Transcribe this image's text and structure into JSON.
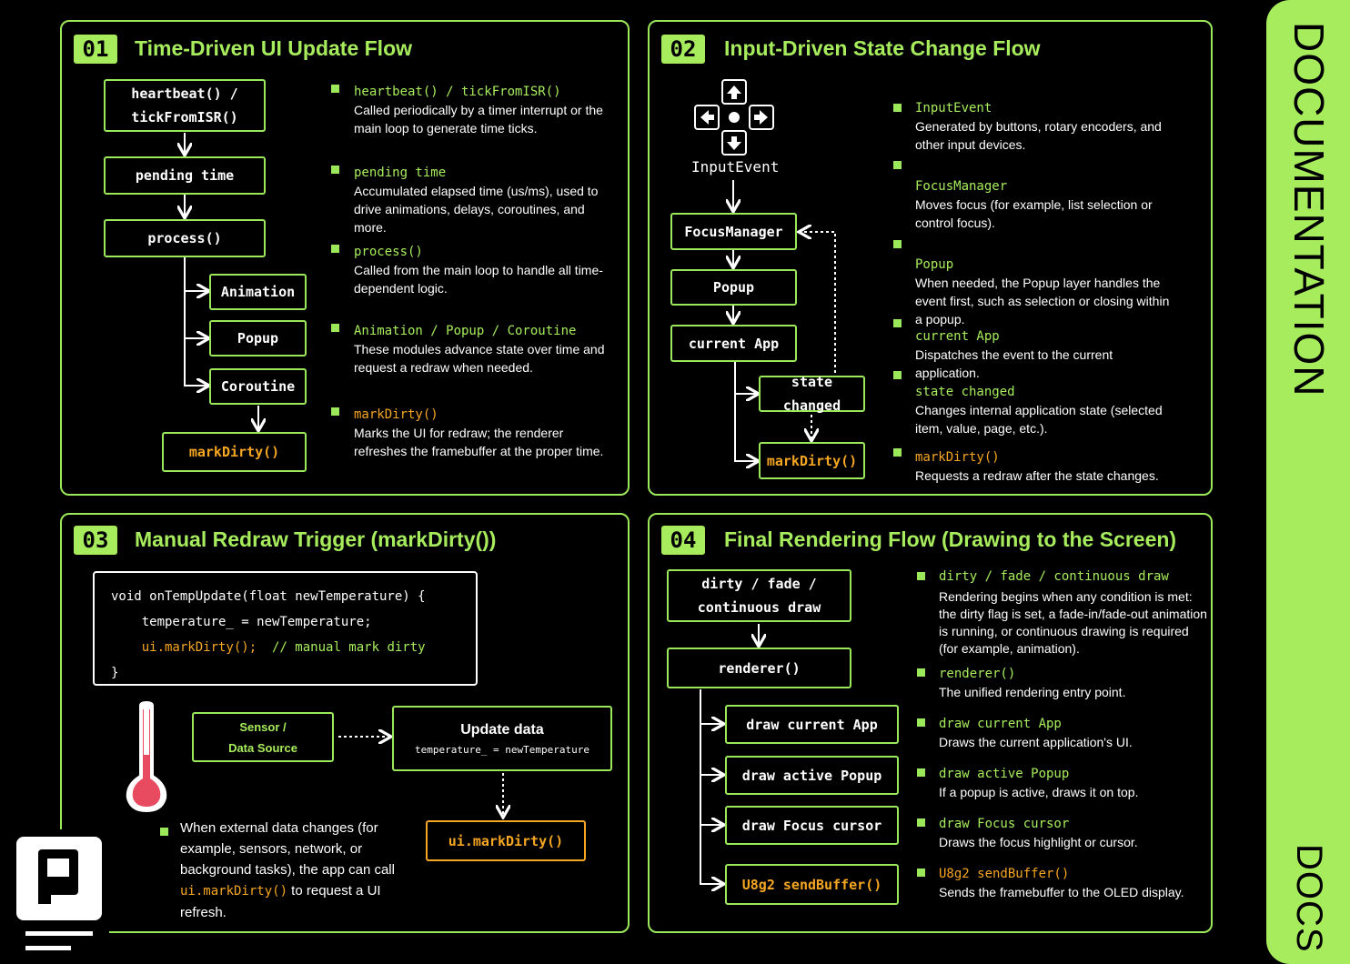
{
  "sidebar": {
    "title": "DOCUMENTATION",
    "tab": "DOCS"
  },
  "panel1": {
    "num": "01",
    "title": "Time-Driven UI Update Flow",
    "nodes": {
      "heartbeat": [
        "heartbeat() /",
        "tickFromISR()"
      ],
      "pending": "pending time",
      "process": "process()",
      "animation": "Animation",
      "popup": "Popup",
      "coroutine": "Coroutine",
      "markdirty": "markDirty()"
    },
    "items": [
      {
        "key": "heartbeat() / tickFromISR()",
        "text": "Called periodically by a timer interrupt or the main loop to generate time ticks."
      },
      {
        "key": "pending time",
        "text": "Accumulated elapsed time (us/ms), used to drive animations, delays, coroutines, and more."
      },
      {
        "key": "process()",
        "text": "Called from the main loop to handle all time-dependent logic."
      },
      {
        "key": "Animation / Popup / Coroutine",
        "text": "These modules advance state over time and request a redraw when needed."
      },
      {
        "key": "markDirty()",
        "text": "Marks the UI for redraw; the renderer refreshes the framebuffer at the proper time."
      }
    ]
  },
  "panel2": {
    "num": "02",
    "title": "Input-Driven State Change Flow",
    "nodes": {
      "inputevent": "InputEvent",
      "focus": "FocusManager",
      "popup": "Popup",
      "app": "current App",
      "state": "state changed",
      "markdirty": "markDirty()"
    },
    "items": [
      {
        "key": "InputEvent",
        "text": "Generated by buttons, rotary encoders, and other input devices."
      },
      {
        "key": "FocusManager",
        "text": "Moves focus (for example, list selection or control focus)."
      },
      {
        "key": "Popup",
        "text": "When needed, the Popup layer handles the event first, such as selection or closing within a popup."
      },
      {
        "key": "current App",
        "text": "Dispatches the event to the current application."
      },
      {
        "key": "state changed",
        "text": "Changes internal application state (selected item, value, page, etc.)."
      },
      {
        "key": "markDirty()",
        "text": "Requests a redraw after the state changes."
      }
    ]
  },
  "panel3": {
    "num": "03",
    "title": "Manual Redraw Trigger (markDirty())",
    "code": {
      "line1": "void onTempUpdate(float newTemperature) {",
      "line2": "temperature_ = newTemperature;",
      "line3a": "ui.markDirty();",
      "line3b": "// manual mark dirty",
      "line4": "}"
    },
    "sensor": [
      "Sensor /",
      "Data Source"
    ],
    "update_title": "Update data",
    "update_sub": "temperature_ = newTemperature",
    "markdirty": "ui.markDirty()",
    "note_before": "When external data changes (for example, sensors, network, or background tasks), the app can call ",
    "note_code": "ui.markDirty()",
    "note_after": " to request a UI refresh."
  },
  "panel4": {
    "num": "04",
    "title": "Final Rendering Flow (Drawing to the Screen)",
    "nodes": {
      "dirty": [
        "dirty / fade /",
        "continuous draw"
      ],
      "renderer": "renderer()",
      "app": "draw current App",
      "popup": "draw active Popup",
      "focus": "draw Focus cursor",
      "send": "U8g2 sendBuffer()"
    },
    "items": [
      {
        "key": "dirty / fade / continuous draw",
        "text": "Rendering begins when any condition is met: the dirty flag is set, a fade-in/fade-out animation is running, or continuous drawing is required (for example, animation)."
      },
      {
        "key": "renderer()",
        "text": "The unified rendering entry point."
      },
      {
        "key": "draw current App",
        "text": "Draws the current application's UI."
      },
      {
        "key": "draw active Popup",
        "text": "If a popup is active, draws it on top."
      },
      {
        "key": "draw Focus cursor",
        "text": "Draws the focus highlight or cursor."
      },
      {
        "key": "U8g2 sendBuffer()",
        "text": "Sends the framebuffer to the OLED display."
      }
    ]
  },
  "colors": {
    "accent": "#a6ec5c",
    "orange": "#f5a623",
    "background": "#000000"
  }
}
